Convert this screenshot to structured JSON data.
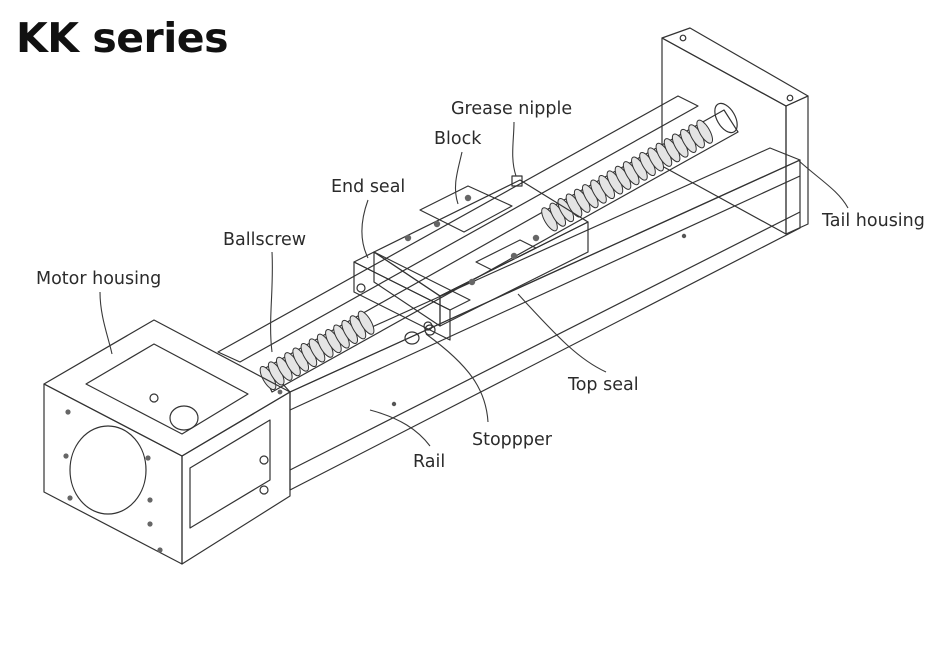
{
  "title": "KK series",
  "labels": {
    "grease_nipple": "Grease nipple",
    "block": "Block",
    "end_seal": "End seal",
    "ballscrew": "Ballscrew",
    "motor_housing": "Motor housing",
    "tail_housing": "Tail housing",
    "top_seal": "Top seal",
    "stopper": "Stoppper",
    "rail": "Rail"
  },
  "colors": {
    "line": "#333333",
    "face_light": "#f7f7f7",
    "face_mid": "#ececec",
    "face_dark": "#d9d9d9"
  }
}
